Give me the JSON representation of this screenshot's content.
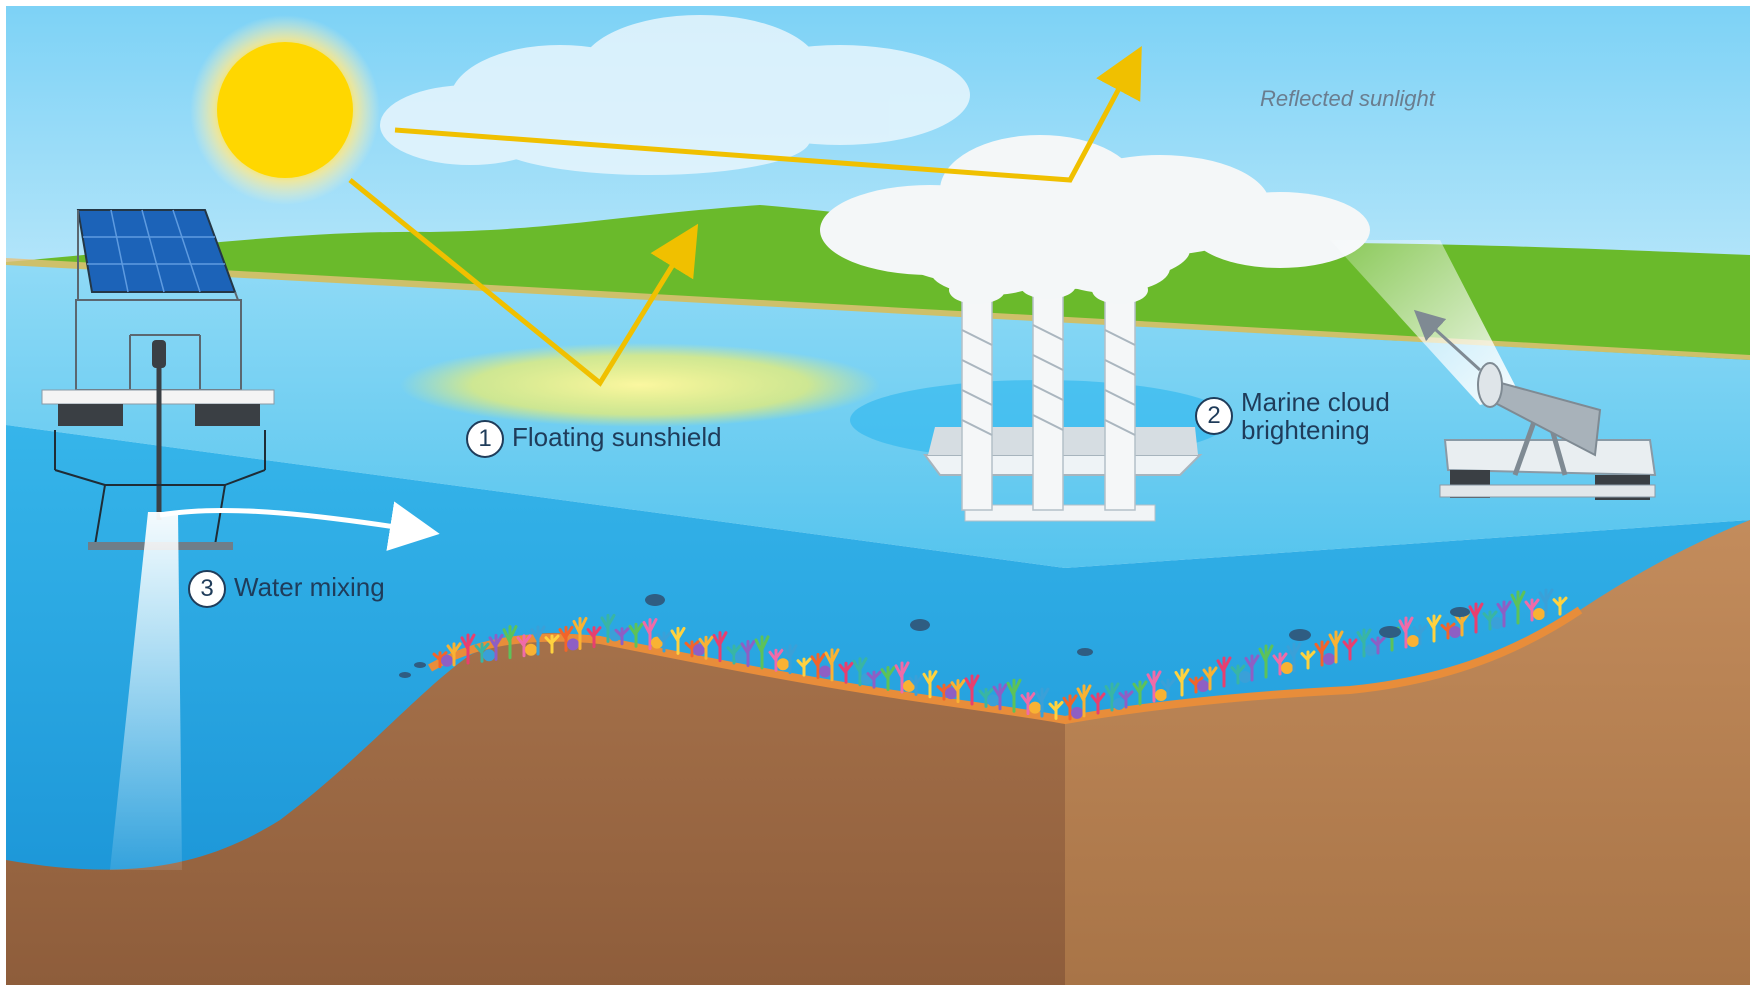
{
  "caption_reflected": "Reflected sunlight",
  "interventions": [
    {
      "number": "1",
      "text": "Floating sunshield"
    },
    {
      "number": "2",
      "text_line1": "Marine cloud",
      "text_line2": "brightening"
    },
    {
      "number": "3",
      "text": "Water mixing"
    }
  ],
  "colors": {
    "sky_top": "#7fd3f7",
    "sky_bottom": "#c9ecfb",
    "hill": "#6cba2c",
    "water_surface": "#58c8f0",
    "water_deep": "#1ea3e0",
    "seabed": "#a8744b",
    "sun": "#ffd400",
    "sun_ray": "#f0c000"
  }
}
